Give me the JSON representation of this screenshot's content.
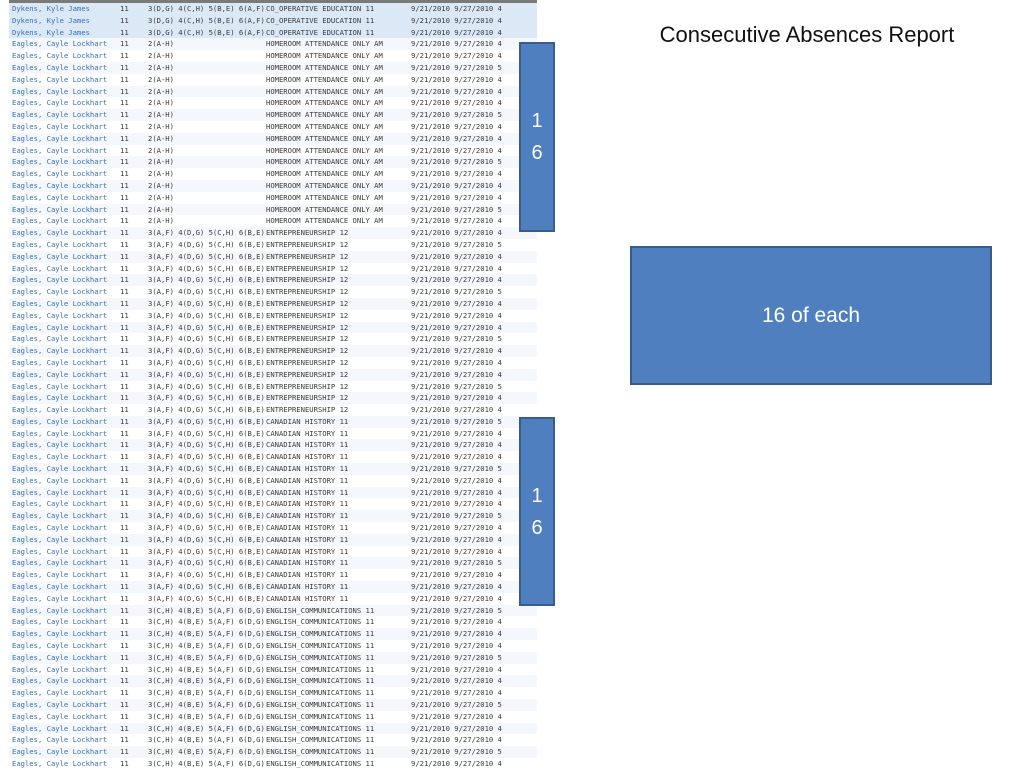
{
  "slide": {
    "title": "Consecutive Absences Report",
    "summary_text": "16 of each",
    "bracket_1": {
      "line1": "1",
      "line2": "6"
    },
    "bracket_2": {
      "line1": "1",
      "line2": "6"
    }
  },
  "colors": {
    "bar_fill": "#4f7fbf",
    "bar_border": "#385d8a",
    "student_link": "#3a6fb4",
    "highlight_row": "#dbe8f6"
  },
  "report": {
    "rows": [
      {
        "name": "Dykens, Kyle James",
        "grade": "11",
        "block": "3(D,G) 4(C,H) 5(B,E) 6(A,F)",
        "course": "CO_OPERATIVE EDUCATION 11",
        "dates": "9/21/2010 9/27/2010 4",
        "hl": true
      },
      {
        "name": "Dykens, Kyle James",
        "grade": "11",
        "block": "3(D,G) 4(C,H) 5(B,E) 6(A,F)",
        "course": "CO_OPERATIVE EDUCATION 11",
        "dates": "9/21/2010 9/27/2010 4",
        "hl": true
      },
      {
        "name": "Dykens, Kyle James",
        "grade": "11",
        "block": "3(D,G) 4(C,H) 5(B,E) 6(A,F)",
        "course": "CO_OPERATIVE EDUCATION 11",
        "dates": "9/21/2010 9/27/2010 4",
        "hl": true
      },
      {
        "name": "Eagles, Cayle Lockhart",
        "grade": "11",
        "block": "2(A-H)",
        "course": "HOMEROOM ATTENDANCE ONLY AM",
        "dates": "9/21/2010 9/27/2010 4"
      },
      {
        "name": "Eagles, Cayle Lockhart",
        "grade": "11",
        "block": "2(A-H)",
        "course": "HOMEROOM ATTENDANCE ONLY AM",
        "dates": "9/21/2010 9/27/2010 4"
      },
      {
        "name": "Eagles, Cayle Lockhart",
        "grade": "11",
        "block": "2(A-H)",
        "course": "HOMEROOM ATTENDANCE ONLY AM",
        "dates": "9/21/2010 9/27/2010 5"
      },
      {
        "name": "Eagles, Cayle Lockhart",
        "grade": "11",
        "block": "2(A-H)",
        "course": "HOMEROOM ATTENDANCE ONLY AM",
        "dates": "9/21/2010 9/27/2010 4"
      },
      {
        "name": "Eagles, Cayle Lockhart",
        "grade": "11",
        "block": "2(A-H)",
        "course": "HOMEROOM ATTENDANCE ONLY AM",
        "dates": "9/21/2010 9/27/2010 4"
      },
      {
        "name": "Eagles, Cayle Lockhart",
        "grade": "11",
        "block": "2(A-H)",
        "course": "HOMEROOM ATTENDANCE ONLY AM",
        "dates": "9/21/2010 9/27/2010 4"
      },
      {
        "name": "Eagles, Cayle Lockhart",
        "grade": "11",
        "block": "2(A-H)",
        "course": "HOMEROOM ATTENDANCE ONLY AM",
        "dates": "9/21/2010 9/27/2010 5"
      },
      {
        "name": "Eagles, Cayle Lockhart",
        "grade": "11",
        "block": "2(A-H)",
        "course": "HOMEROOM ATTENDANCE ONLY AM",
        "dates": "9/21/2010 9/27/2010 4"
      },
      {
        "name": "Eagles, Cayle Lockhart",
        "grade": "11",
        "block": "2(A-H)",
        "course": "HOMEROOM ATTENDANCE ONLY AM",
        "dates": "9/21/2010 9/27/2010 4"
      },
      {
        "name": "Eagles, Cayle Lockhart",
        "grade": "11",
        "block": "2(A-H)",
        "course": "HOMEROOM ATTENDANCE ONLY AM",
        "dates": "9/21/2010 9/27/2010 4"
      },
      {
        "name": "Eagles, Cayle Lockhart",
        "grade": "11",
        "block": "2(A-H)",
        "course": "HOMEROOM ATTENDANCE ONLY AM",
        "dates": "9/21/2010 9/27/2010 5"
      },
      {
        "name": "Eagles, Cayle Lockhart",
        "grade": "11",
        "block": "2(A-H)",
        "course": "HOMEROOM ATTENDANCE ONLY AM",
        "dates": "9/21/2010 9/27/2010 4"
      },
      {
        "name": "Eagles, Cayle Lockhart",
        "grade": "11",
        "block": "2(A-H)",
        "course": "HOMEROOM ATTENDANCE ONLY AM",
        "dates": "9/21/2010 9/27/2010 4"
      },
      {
        "name": "Eagles, Cayle Lockhart",
        "grade": "11",
        "block": "2(A-H)",
        "course": "HOMEROOM ATTENDANCE ONLY AM",
        "dates": "9/21/2010 9/27/2010 4"
      },
      {
        "name": "Eagles, Cayle Lockhart",
        "grade": "11",
        "block": "2(A-H)",
        "course": "HOMEROOM ATTENDANCE ONLY AM",
        "dates": "9/21/2010 9/27/2010 5"
      },
      {
        "name": "Eagles, Cayle Lockhart",
        "grade": "11",
        "block": "2(A-H)",
        "course": "HOMEROOM ATTENDANCE ONLY AM",
        "dates": "9/21/2010 9/27/2010 4"
      },
      {
        "name": "Eagles, Cayle Lockhart",
        "grade": "11",
        "block": "3(A,F) 4(D,G) 5(C,H) 6(B,E)",
        "course": "ENTREPRENEURSHIP 12",
        "dates": "9/21/2010 9/27/2010 4"
      },
      {
        "name": "Eagles, Cayle Lockhart",
        "grade": "11",
        "block": "3(A,F) 4(D,G) 5(C,H) 6(B,E)",
        "course": "ENTREPRENEURSHIP 12",
        "dates": "9/21/2010 9/27/2010 5"
      },
      {
        "name": "Eagles, Cayle Lockhart",
        "grade": "11",
        "block": "3(A,F) 4(D,G) 5(C,H) 6(B,E)",
        "course": "ENTREPRENEURSHIP 12",
        "dates": "9/21/2010 9/27/2010 4"
      },
      {
        "name": "Eagles, Cayle Lockhart",
        "grade": "11",
        "block": "3(A,F) 4(D,G) 5(C,H) 6(B,E)",
        "course": "ENTREPRENEURSHIP 12",
        "dates": "9/21/2010 9/27/2010 4"
      },
      {
        "name": "Eagles, Cayle Lockhart",
        "grade": "11",
        "block": "3(A,F) 4(D,G) 5(C,H) 6(B,E)",
        "course": "ENTREPRENEURSHIP 12",
        "dates": "9/21/2010 9/27/2010 4"
      },
      {
        "name": "Eagles, Cayle Lockhart",
        "grade": "11",
        "block": "3(A,F) 4(D,G) 5(C,H) 6(B,E)",
        "course": "ENTREPRENEURSHIP 12",
        "dates": "9/21/2010 9/27/2010 5"
      },
      {
        "name": "Eagles, Cayle Lockhart",
        "grade": "11",
        "block": "3(A,F) 4(D,G) 5(C,H) 6(B,E)",
        "course": "ENTREPRENEURSHIP 12",
        "dates": "9/21/2010 9/27/2010 4"
      },
      {
        "name": "Eagles, Cayle Lockhart",
        "grade": "11",
        "block": "3(A,F) 4(D,G) 5(C,H) 6(B,E)",
        "course": "ENTREPRENEURSHIP 12",
        "dates": "9/21/2010 9/27/2010 4"
      },
      {
        "name": "Eagles, Cayle Lockhart",
        "grade": "11",
        "block": "3(A,F) 4(D,G) 5(C,H) 6(B,E)",
        "course": "ENTREPRENEURSHIP 12",
        "dates": "9/21/2010 9/27/2010 4"
      },
      {
        "name": "Eagles, Cayle Lockhart",
        "grade": "11",
        "block": "3(A,F) 4(D,G) 5(C,H) 6(B,E)",
        "course": "ENTREPRENEURSHIP 12",
        "dates": "9/21/2010 9/27/2010 5"
      },
      {
        "name": "Eagles, Cayle Lockhart",
        "grade": "11",
        "block": "3(A,F) 4(D,G) 5(C,H) 6(B,E)",
        "course": "ENTREPRENEURSHIP 12",
        "dates": "9/21/2010 9/27/2010 4"
      },
      {
        "name": "Eagles, Cayle Lockhart",
        "grade": "11",
        "block": "3(A,F) 4(D,G) 5(C,H) 6(B,E)",
        "course": "ENTREPRENEURSHIP 12",
        "dates": "9/21/2010 9/27/2010 4"
      },
      {
        "name": "Eagles, Cayle Lockhart",
        "grade": "11",
        "block": "3(A,F) 4(D,G) 5(C,H) 6(B,E)",
        "course": "ENTREPRENEURSHIP 12",
        "dates": "9/21/2010 9/27/2010 4"
      },
      {
        "name": "Eagles, Cayle Lockhart",
        "grade": "11",
        "block": "3(A,F) 4(D,G) 5(C,H) 6(B,E)",
        "course": "ENTREPRENEURSHIP 12",
        "dates": "9/21/2010 9/27/2010 5"
      },
      {
        "name": "Eagles, Cayle Lockhart",
        "grade": "11",
        "block": "3(A,F) 4(D,G) 5(C,H) 6(B,E)",
        "course": "ENTREPRENEURSHIP 12",
        "dates": "9/21/2010 9/27/2010 4"
      },
      {
        "name": "Eagles, Cayle Lockhart",
        "grade": "11",
        "block": "3(A,F) 4(D,G) 5(C,H) 6(B,E)",
        "course": "ENTREPRENEURSHIP 12",
        "dates": "9/21/2010 9/27/2010 4"
      },
      {
        "name": "Eagles, Cayle Lockhart",
        "grade": "11",
        "block": "3(A,F) 4(D,G) 5(C,H) 6(B,E)",
        "course": "CANADIAN HISTORY 11",
        "dates": "9/21/2010 9/27/2010 5"
      },
      {
        "name": "Eagles, Cayle Lockhart",
        "grade": "11",
        "block": "3(A,F) 4(D,G) 5(C,H) 6(B,E)",
        "course": "CANADIAN HISTORY 11",
        "dates": "9/21/2010 9/27/2010 4"
      },
      {
        "name": "Eagles, Cayle Lockhart",
        "grade": "11",
        "block": "3(A,F) 4(D,G) 5(C,H) 6(B,E)",
        "course": "CANADIAN HISTORY 11",
        "dates": "9/21/2010 9/27/2010 4"
      },
      {
        "name": "Eagles, Cayle Lockhart",
        "grade": "11",
        "block": "3(A,F) 4(D,G) 5(C,H) 6(B,E)",
        "course": "CANADIAN HISTORY 11",
        "dates": "9/21/2010 9/27/2010 4"
      },
      {
        "name": "Eagles, Cayle Lockhart",
        "grade": "11",
        "block": "3(A,F) 4(D,G) 5(C,H) 6(B,E)",
        "course": "CANADIAN HISTORY 11",
        "dates": "9/21/2010 9/27/2010 5"
      },
      {
        "name": "Eagles, Cayle Lockhart",
        "grade": "11",
        "block": "3(A,F) 4(D,G) 5(C,H) 6(B,E)",
        "course": "CANADIAN HISTORY 11",
        "dates": "9/21/2010 9/27/2010 4"
      },
      {
        "name": "Eagles, Cayle Lockhart",
        "grade": "11",
        "block": "3(A,F) 4(D,G) 5(C,H) 6(B,E)",
        "course": "CANADIAN HISTORY 11",
        "dates": "9/21/2010 9/27/2010 4"
      },
      {
        "name": "Eagles, Cayle Lockhart",
        "grade": "11",
        "block": "3(A,F) 4(D,G) 5(C,H) 6(B,E)",
        "course": "CANADIAN HISTORY 11",
        "dates": "9/21/2010 9/27/2010 4"
      },
      {
        "name": "Eagles, Cayle Lockhart",
        "grade": "11",
        "block": "3(A,F) 4(D,G) 5(C,H) 6(B,E)",
        "course": "CANADIAN HISTORY 11",
        "dates": "9/21/2010 9/27/2010 5"
      },
      {
        "name": "Eagles, Cayle Lockhart",
        "grade": "11",
        "block": "3(A,F) 4(D,G) 5(C,H) 6(B,E)",
        "course": "CANADIAN HISTORY 11",
        "dates": "9/21/2010 9/27/2010 4"
      },
      {
        "name": "Eagles, Cayle Lockhart",
        "grade": "11",
        "block": "3(A,F) 4(D,G) 5(C,H) 6(B,E)",
        "course": "CANADIAN HISTORY 11",
        "dates": "9/21/2010 9/27/2010 4"
      },
      {
        "name": "Eagles, Cayle Lockhart",
        "grade": "11",
        "block": "3(A,F) 4(D,G) 5(C,H) 6(B,E)",
        "course": "CANADIAN HISTORY 11",
        "dates": "9/21/2010 9/27/2010 4"
      },
      {
        "name": "Eagles, Cayle Lockhart",
        "grade": "11",
        "block": "3(A,F) 4(D,G) 5(C,H) 6(B,E)",
        "course": "CANADIAN HISTORY 11",
        "dates": "9/21/2010 9/27/2010 5"
      },
      {
        "name": "Eagles, Cayle Lockhart",
        "grade": "11",
        "block": "3(A,F) 4(D,G) 5(C,H) 6(B,E)",
        "course": "CANADIAN HISTORY 11",
        "dates": "9/21/2010 9/27/2010 4"
      },
      {
        "name": "Eagles, Cayle Lockhart",
        "grade": "11",
        "block": "3(A,F) 4(D,G) 5(C,H) 6(B,E)",
        "course": "CANADIAN HISTORY 11",
        "dates": "9/21/2010 9/27/2010 4"
      },
      {
        "name": "Eagles, Cayle Lockhart",
        "grade": "11",
        "block": "3(A,F) 4(D,G) 5(C,H) 6(B,E)",
        "course": "CANADIAN HISTORY 11",
        "dates": "9/21/2010 9/27/2010 4"
      },
      {
        "name": "Eagles, Cayle Lockhart",
        "grade": "11",
        "block": "3(C,H) 4(B,E) 5(A,F) 6(D,G)",
        "course": "ENGLISH_COMMUNICATIONS 11",
        "dates": "9/21/2010 9/27/2010 5"
      },
      {
        "name": "Eagles, Cayle Lockhart",
        "grade": "11",
        "block": "3(C,H) 4(B,E) 5(A,F) 6(D,G)",
        "course": "ENGLISH_COMMUNICATIONS 11",
        "dates": "9/21/2010 9/27/2010 4"
      },
      {
        "name": "Eagles, Cayle Lockhart",
        "grade": "11",
        "block": "3(C,H) 4(B,E) 5(A,F) 6(D,G)",
        "course": "ENGLISH_COMMUNICATIONS 11",
        "dates": "9/21/2010 9/27/2010 4"
      },
      {
        "name": "Eagles, Cayle Lockhart",
        "grade": "11",
        "block": "3(C,H) 4(B,E) 5(A,F) 6(D,G)",
        "course": "ENGLISH_COMMUNICATIONS 11",
        "dates": "9/21/2010 9/27/2010 4"
      },
      {
        "name": "Eagles, Cayle Lockhart",
        "grade": "11",
        "block": "3(C,H) 4(B,E) 5(A,F) 6(D,G)",
        "course": "ENGLISH_COMMUNICATIONS 11",
        "dates": "9/21/2010 9/27/2010 5"
      },
      {
        "name": "Eagles, Cayle Lockhart",
        "grade": "11",
        "block": "3(C,H) 4(B,E) 5(A,F) 6(D,G)",
        "course": "ENGLISH_COMMUNICATIONS 11",
        "dates": "9/21/2010 9/27/2010 4"
      },
      {
        "name": "Eagles, Cayle Lockhart",
        "grade": "11",
        "block": "3(C,H) 4(B,E) 5(A,F) 6(D,G)",
        "course": "ENGLISH_COMMUNICATIONS 11",
        "dates": "9/21/2010 9/27/2010 4"
      },
      {
        "name": "Eagles, Cayle Lockhart",
        "grade": "11",
        "block": "3(C,H) 4(B,E) 5(A,F) 6(D,G)",
        "course": "ENGLISH_COMMUNICATIONS 11",
        "dates": "9/21/2010 9/27/2010 4"
      },
      {
        "name": "Eagles, Cayle Lockhart",
        "grade": "11",
        "block": "3(C,H) 4(B,E) 5(A,F) 6(D,G)",
        "course": "ENGLISH_COMMUNICATIONS 11",
        "dates": "9/21/2010 9/27/2010 5"
      },
      {
        "name": "Eagles, Cayle Lockhart",
        "grade": "11",
        "block": "3(C,H) 4(B,E) 5(A,F) 6(D,G)",
        "course": "ENGLISH_COMMUNICATIONS 11",
        "dates": "9/21/2010 9/27/2010 4"
      },
      {
        "name": "Eagles, Cayle Lockhart",
        "grade": "11",
        "block": "3(C,H) 4(B,E) 5(A,F) 6(D,G)",
        "course": "ENGLISH_COMMUNICATIONS 11",
        "dates": "9/21/2010 9/27/2010 4"
      },
      {
        "name": "Eagles, Cayle Lockhart",
        "grade": "11",
        "block": "3(C,H) 4(B,E) 5(A,F) 6(D,G)",
        "course": "ENGLISH_COMMUNICATIONS 11",
        "dates": "9/21/2010 9/27/2010 4"
      },
      {
        "name": "Eagles, Cayle Lockhart",
        "grade": "11",
        "block": "3(C,H) 4(B,E) 5(A,F) 6(D,G)",
        "course": "ENGLISH_COMMUNICATIONS 11",
        "dates": "9/21/2010 9/27/2010 5"
      },
      {
        "name": "Eagles, Cayle Lockhart",
        "grade": "11",
        "block": "3(C,H) 4(B,E) 5(A,F) 6(D,G)",
        "course": "ENGLISH_COMMUNICATIONS 11",
        "dates": "9/21/2010 9/27/2010 4"
      }
    ]
  }
}
